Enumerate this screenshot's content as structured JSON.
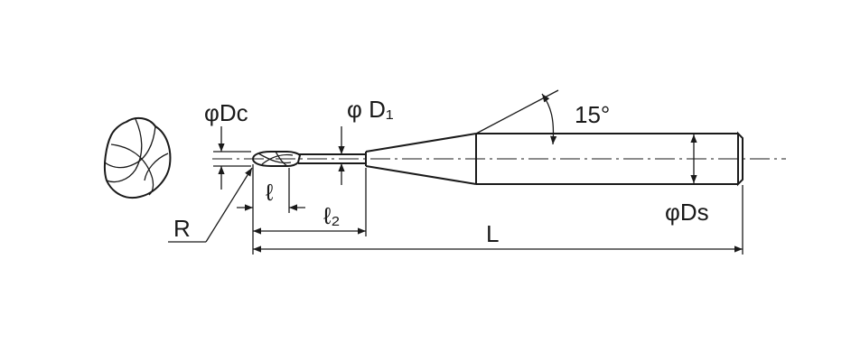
{
  "labels": {
    "dc": "φDc",
    "d1": "φ D₁",
    "angle": "15°",
    "ds": "φDs",
    "flute_len": "ℓ",
    "neck_len": "ℓ₂",
    "radius": "R",
    "overall_len": "L"
  },
  "colors": {
    "ink": "#1a1a1a",
    "background": "#ffffff"
  },
  "icons": {
    "end_view": "ball-end-face-view"
  }
}
